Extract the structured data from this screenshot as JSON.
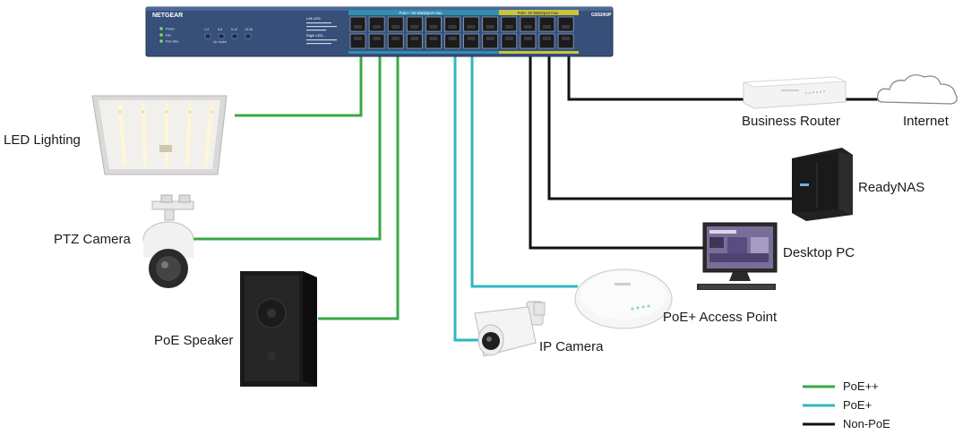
{
  "switch": {
    "brand": "NETGEAR",
    "model": "GS524UP",
    "poe_plus_plus_header": "PoE++ 60 Watts/port max.",
    "poe_plus_header": "PoE+ 30 Watts/port max.",
    "left_led_title": "Left LED:",
    "right_led_title": "Right LED:",
    "status_leds": [
      "Power",
      "Fan",
      "PoE Max"
    ],
    "bay_labels": [
      "1-4",
      "5-8",
      "9-12",
      "13-16"
    ],
    "uplink_label": "Up Uplink"
  },
  "devices": {
    "led_lighting": "LED Lighting",
    "ptz_camera": "PTZ Camera",
    "poe_speaker": "PoE Speaker",
    "ip_camera": "IP Camera",
    "access_point": "PoE+ Access Point",
    "desktop_pc": "Desktop PC",
    "readynas": "ReadyNAS",
    "business_router": "Business Router",
    "internet": "Internet"
  },
  "legend": [
    {
      "label": "PoE++",
      "color": "#3aa845"
    },
    {
      "label": "PoE+",
      "color": "#33b5c0"
    },
    {
      "label": "Non-PoE",
      "color": "#111111"
    }
  ],
  "colors": {
    "poe_plus_plus": "#3aa845",
    "poe_plus": "#33b5c0",
    "non_poe": "#111111",
    "switch_body": "#37507a"
  }
}
